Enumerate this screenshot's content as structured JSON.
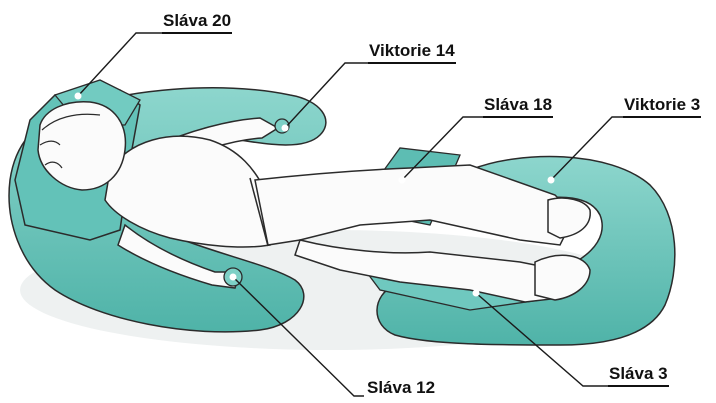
{
  "colors": {
    "pillow": "#63c2b8",
    "pillow_dark": "#3e9e93",
    "pillow_light": "#8dd6cd",
    "outline": "#2b2b2b",
    "skin": "#fbfbfb",
    "shadow": "#e9ecec"
  },
  "callouts": [
    {
      "id": "slava-20",
      "label": "Sláva 20"
    },
    {
      "id": "viktorie-14",
      "label": "Viktorie 14"
    },
    {
      "id": "slava-18",
      "label": "Sláva 18"
    },
    {
      "id": "viktorie-3",
      "label": "Viktorie 3"
    },
    {
      "id": "slava-12",
      "label": "Sláva 12"
    },
    {
      "id": "slava-3",
      "label": "Sláva 3"
    }
  ]
}
